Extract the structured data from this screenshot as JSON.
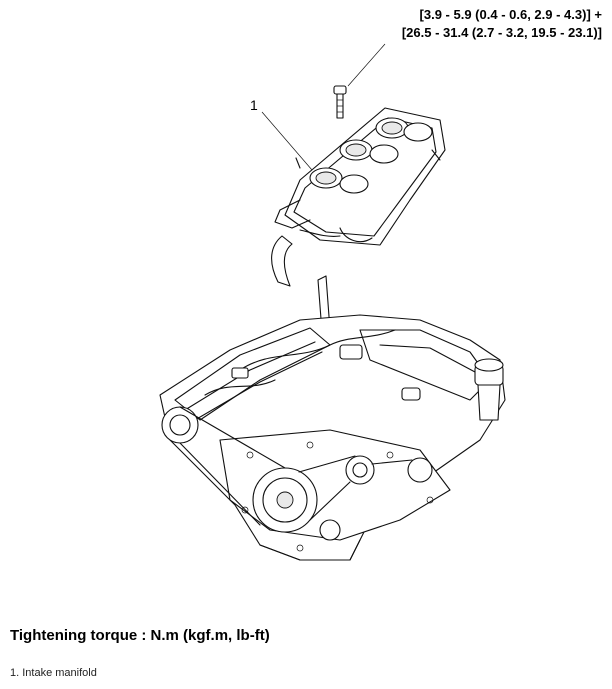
{
  "callout": {
    "torque_line1": "[3.9 - 5.9 (0.4 - 0.6, 2.9 - 4.3)] +",
    "torque_line2": "[26.5 - 31.4 (2.7 - 3.2, 19.5 - 23.1)]",
    "part_number": "1"
  },
  "heading": "Tightening torque : N.m (kgf.m, lb-ft)",
  "legend": [
    "1. Intake manifold"
  ]
}
